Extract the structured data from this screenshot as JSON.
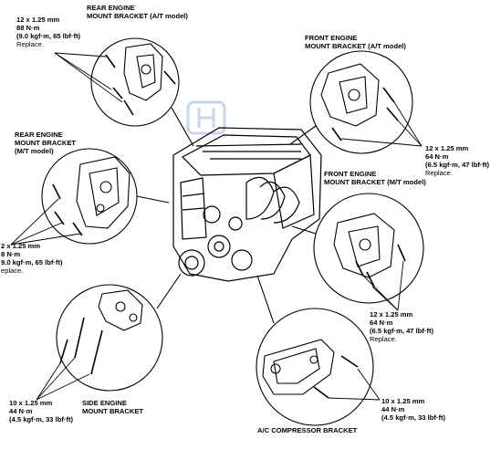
{
  "labels": {
    "rear_at": {
      "title": "REAR ENGINE\nMOUNT BRACKET (A/T model)",
      "spec": "12 x 1.25 mm\n88 N·m\n(9.0 kgf·m, 65 lbf·ft)",
      "note": "Replace."
    },
    "front_at": {
      "title": "FRONT ENGINE\nMOUNT BRACKET (A/T model)",
      "spec": "12 x 1.25 mm\n64 N·m\n(6.5 kgf·m, 47 lbf·ft)",
      "note": "Replace."
    },
    "rear_mt": {
      "title": "REAR ENGINE\nMOUNT BRACKET\n(M/T model)",
      "spec": "2 x 1.25 mm\n8 N·m\n9.0 kgf·m, 65 lbf·ft)",
      "note": "eplace."
    },
    "front_mt": {
      "title": "FRONT ENGINE\nMOUNT BRACKET (M/T model)",
      "spec": "12 x 1.25 mm\n64 N·m\n(6.5 kgf·m, 47 lbf·ft)",
      "note": "Replace."
    },
    "side": {
      "title": "SIDE ENGINE\nMOUNT BRACKET",
      "spec": "10 x 1.25 mm\n44 N·m\n(4.5 kgf·m, 33 lbf·ft)"
    },
    "ac": {
      "title": "A/C COMPRESSOR BRACKET",
      "spec": "10 x 1.25 mm\n44 N·m\n(4.5 kgf·m, 33 lbf·ft)"
    }
  },
  "colors": {
    "line": "#000000",
    "watermark": "#c9d6ec"
  }
}
